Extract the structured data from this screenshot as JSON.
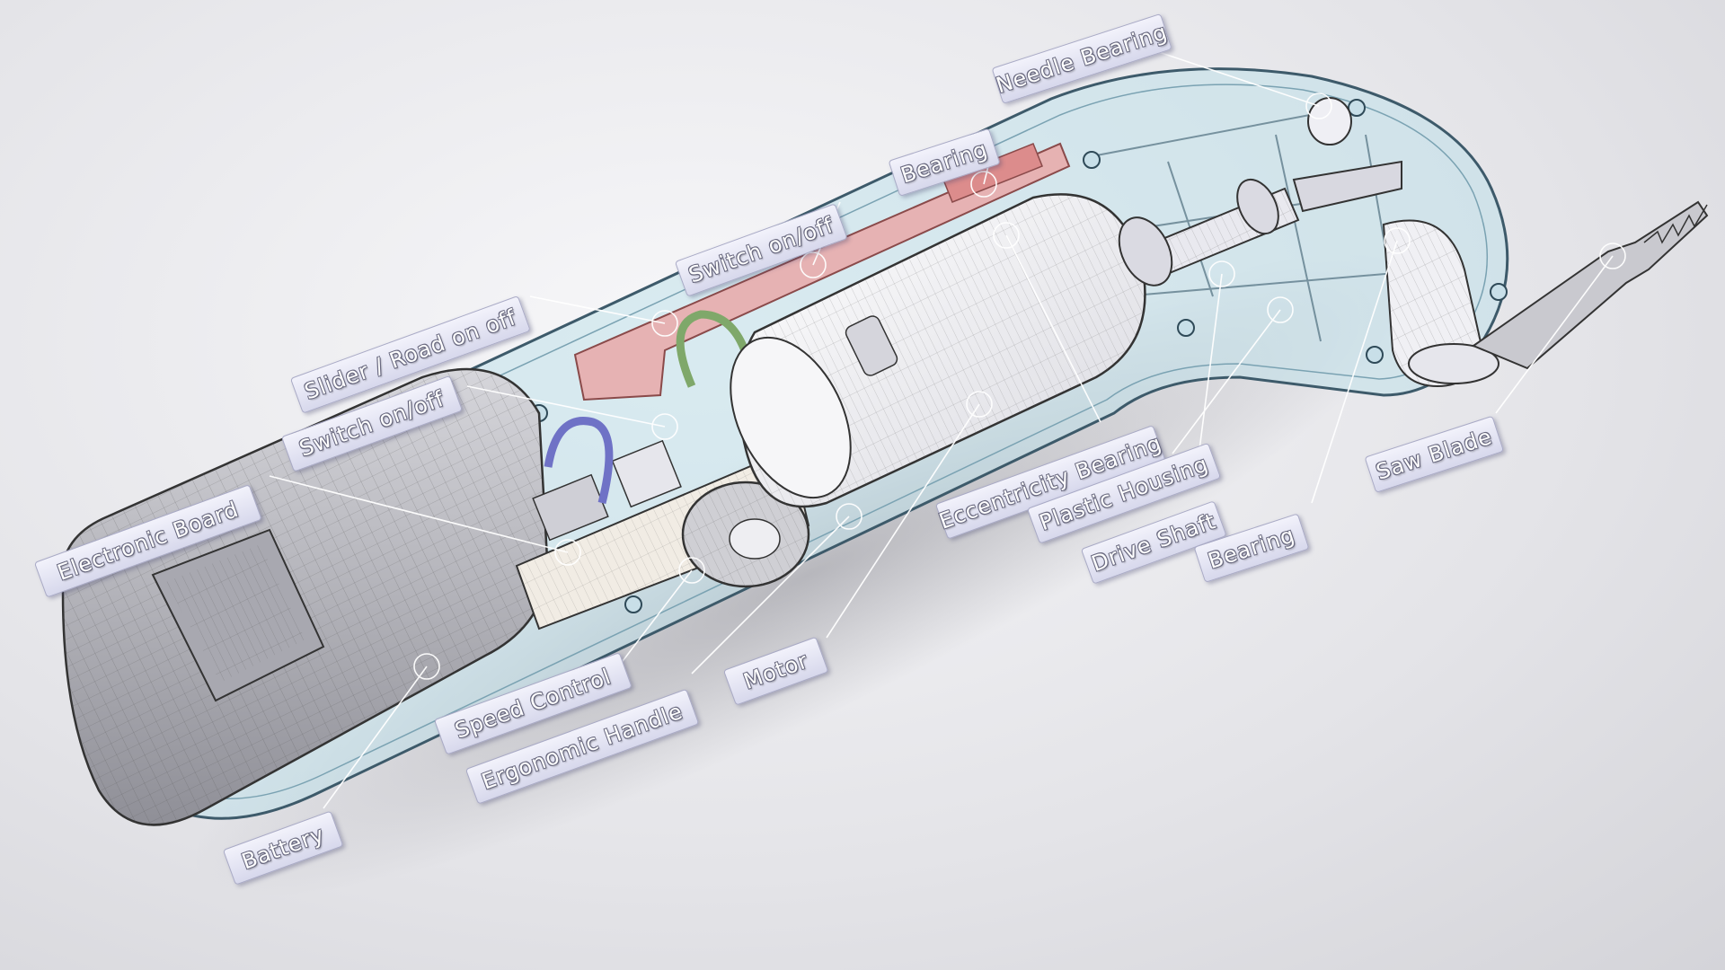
{
  "labels": {
    "needle_bearing": "Needle Bearing",
    "bearing_top": "Bearing",
    "switch_top": "Switch on/off",
    "slider": "Slider / Road on off",
    "switch_mid": "Switch on/off",
    "electronic_board": "Electronic Board",
    "eccentricity_bearing": "Eccentricity Bearing",
    "plastic_housing": "Plastic Housing",
    "drive_shaft": "Drive Shaft",
    "bearing_right": "Bearing",
    "saw_blade": "Saw Blade",
    "speed_control": "Speed Control",
    "ergonomic_handle": "Ergonomic Handle",
    "motor": "Motor",
    "battery": "Battery"
  },
  "colors": {
    "housing": "#bfe0ea",
    "housing_edge": "#3d5a6a",
    "switch_part": "#e9a8a8",
    "motor": "#f4f4f6",
    "battery": "#b9b9bf",
    "wire_green": "#7fa86a",
    "wire_blue": "#6f72c6",
    "label_bg": "#dcdcee",
    "leader": "#ffffff"
  }
}
